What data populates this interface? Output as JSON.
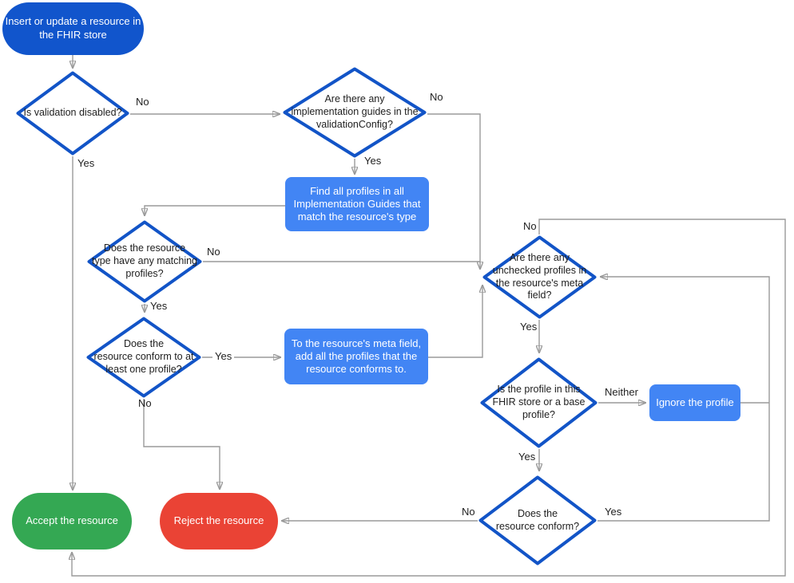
{
  "colors": {
    "start_fill": "#1155cc",
    "process_fill": "#4285f4",
    "accept_fill": "#34a853",
    "reject_fill": "#ea4335",
    "diamond_stroke": "#1254c7",
    "connector": "#9a9a9a",
    "arrow": "#666666",
    "diamond_text": "#212121",
    "label_text": "#212121"
  },
  "nodes": {
    "start": {
      "label": [
        "Insert or update a resource in",
        "the FHIR store"
      ]
    },
    "is_validation_disabled": {
      "label": [
        "Is validation disabled?"
      ]
    },
    "impl_guides": {
      "label": [
        "Are there any",
        "implementation guides in the",
        "validationConfig?"
      ]
    },
    "find_profiles": {
      "label": [
        "Find all profiles in all",
        "Implementation Guides that",
        "match the resource's type"
      ]
    },
    "matching_profiles": {
      "label": [
        "Does the resource",
        "type have any matching",
        "profiles?"
      ]
    },
    "conform_one": {
      "label": [
        "Does the",
        "resource conform to at",
        "least one profile?"
      ]
    },
    "add_profiles": {
      "label": [
        "To the resource's meta field,",
        "add all the profiles that the",
        "resource conforms to."
      ]
    },
    "unchecked_profiles": {
      "label": [
        "Are there any",
        "unchecked profiles in",
        "the resource's meta",
        "field?"
      ]
    },
    "profile_in_store": {
      "label": [
        "Is the profile in this",
        "FHIR store or a base",
        "profile?"
      ]
    },
    "ignore_profile": {
      "label": [
        "Ignore the profile"
      ]
    },
    "does_conform": {
      "label": [
        "Does the",
        "resource conform?"
      ]
    },
    "accept": {
      "label": [
        "Accept the resource"
      ]
    },
    "reject": {
      "label": [
        "Reject the resource"
      ]
    }
  },
  "edge_labels": {
    "validation_disabled_no": "No",
    "validation_disabled_yes": "Yes",
    "impl_guides_no": "No",
    "impl_guides_yes": "Yes",
    "matching_profiles_no": "No",
    "matching_profiles_yes": "Yes",
    "conform_one_yes": "Yes",
    "conform_one_no": "No",
    "unchecked_no": "No",
    "unchecked_yes": "Yes",
    "profile_in_store_neither": "Neither",
    "profile_in_store_yes": "Yes",
    "does_conform_no": "No",
    "does_conform_yes": "Yes"
  }
}
